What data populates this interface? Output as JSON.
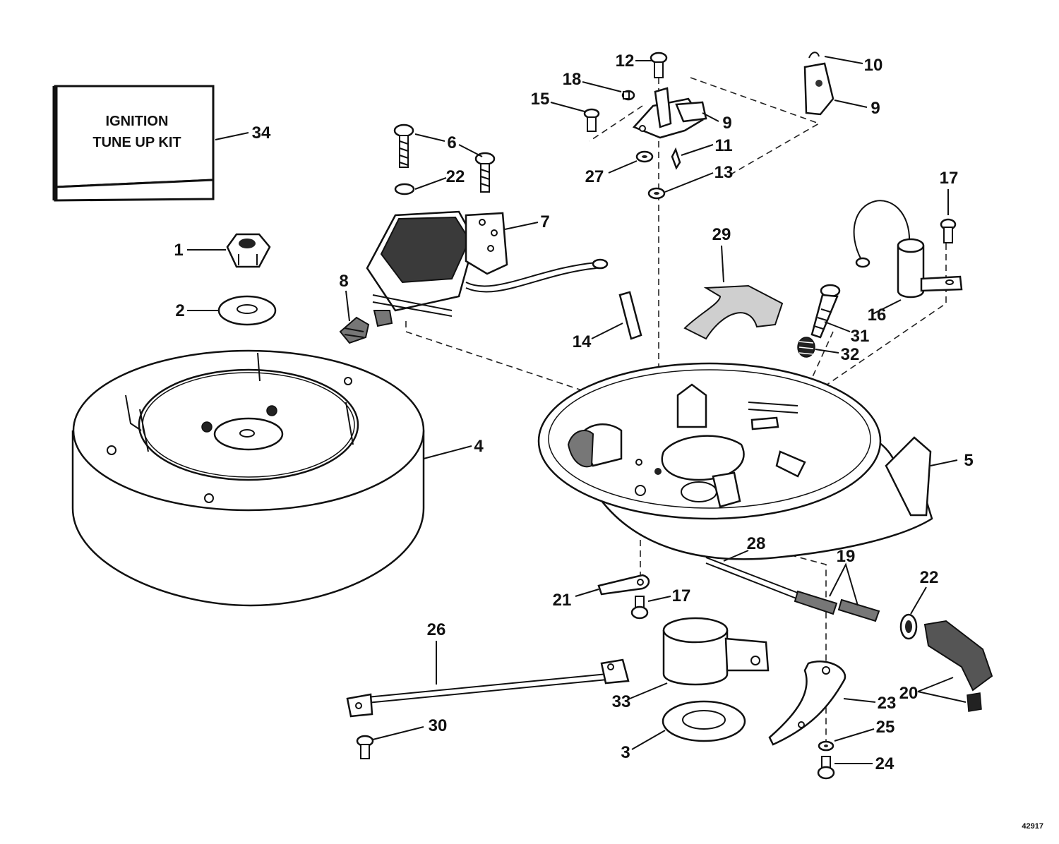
{
  "kit_box": {
    "line1": "IGNITION",
    "line2": "TUNE UP KIT"
  },
  "figure_number": "42917",
  "callouts": [
    {
      "id": "c-34",
      "text": "34"
    },
    {
      "id": "c-1",
      "text": "1"
    },
    {
      "id": "c-2",
      "text": "2"
    },
    {
      "id": "c-4",
      "text": "4"
    },
    {
      "id": "c-6",
      "text": "6"
    },
    {
      "id": "c-22a",
      "text": "22"
    },
    {
      "id": "c-7",
      "text": "7"
    },
    {
      "id": "c-8",
      "text": "8"
    },
    {
      "id": "c-12",
      "text": "12"
    },
    {
      "id": "c-18",
      "text": "18"
    },
    {
      "id": "c-15",
      "text": "15"
    },
    {
      "id": "c-9a",
      "text": "9"
    },
    {
      "id": "c-10",
      "text": "10"
    },
    {
      "id": "c-9b",
      "text": "9"
    },
    {
      "id": "c-11",
      "text": "11"
    },
    {
      "id": "c-27",
      "text": "27"
    },
    {
      "id": "c-13",
      "text": "13"
    },
    {
      "id": "c-29",
      "text": "29"
    },
    {
      "id": "c-14",
      "text": "14"
    },
    {
      "id": "c-17a",
      "text": "17"
    },
    {
      "id": "c-16",
      "text": "16"
    },
    {
      "id": "c-31",
      "text": "31"
    },
    {
      "id": "c-32",
      "text": "32"
    },
    {
      "id": "c-5",
      "text": "5"
    },
    {
      "id": "c-28",
      "text": "28"
    },
    {
      "id": "c-19",
      "text": "19"
    },
    {
      "id": "c-22b",
      "text": "22"
    },
    {
      "id": "c-21",
      "text": "21"
    },
    {
      "id": "c-17b",
      "text": "17"
    },
    {
      "id": "c-26",
      "text": "26"
    },
    {
      "id": "c-33",
      "text": "33"
    },
    {
      "id": "c-20",
      "text": "20"
    },
    {
      "id": "c-23",
      "text": "23"
    },
    {
      "id": "c-30",
      "text": "30"
    },
    {
      "id": "c-25",
      "text": "25"
    },
    {
      "id": "c-3",
      "text": "3"
    },
    {
      "id": "c-24",
      "text": "24"
    }
  ]
}
